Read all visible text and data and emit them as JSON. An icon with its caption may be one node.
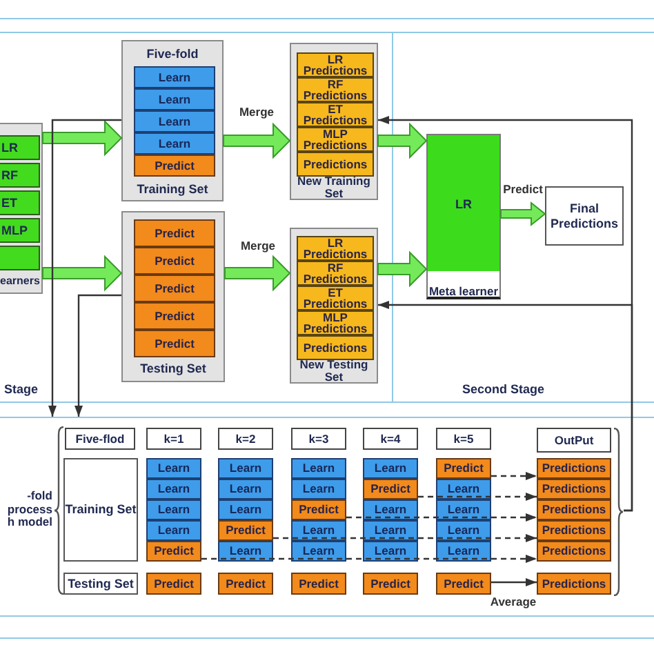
{
  "diagram": {
    "nodes": [
      {
        "text": [
          "Stage"
        ]
      },
      {
        "text": [
          "earners"
        ],
        "in": 0
      },
      {
        "text": [
          "LR"
        ],
        "in": 1
      },
      {
        "text": [
          "RF"
        ],
        "in": 1
      },
      {
        "text": [
          "ET"
        ],
        "in": 1
      },
      {
        "text": [
          "MLP"
        ],
        "in": 1
      },
      {
        "text": [],
        "shape": "box",
        "in": 1
      },
      {
        "text": [
          "Five-fold",
          "Training Set"
        ],
        "in": 0
      },
      {
        "text": [
          "Learn"
        ],
        "in": 7
      },
      {
        "text": [
          "Learn"
        ],
        "in": 7
      },
      {
        "text": [
          "Learn"
        ],
        "in": 7
      },
      {
        "text": [
          "Learn"
        ],
        "in": 7
      },
      {
        "text": [
          "Predict"
        ],
        "in": 7
      },
      {
        "text": [
          "Testing Set"
        ],
        "in": 0
      },
      {
        "text": [
          "Predict"
        ],
        "in": 13
      },
      {
        "text": [
          "Predict"
        ],
        "in": 13
      },
      {
        "text": [
          "Predict"
        ],
        "in": 13
      },
      {
        "text": [
          "Predict"
        ],
        "in": 13
      },
      {
        "text": [
          "Predict"
        ],
        "in": 13
      },
      {
        "text": [
          "New Training Set"
        ],
        "in": 0
      },
      {
        "text": [
          "LR Predictions"
        ],
        "in": 19
      },
      {
        "text": [
          "RF Predictions"
        ],
        "in": 19
      },
      {
        "text": [
          "ET Predictions"
        ],
        "in": 19
      },
      {
        "text": [
          "MLP Predictions"
        ],
        "in": 19
      },
      {
        "text": [
          "Predictions"
        ],
        "in": 19
      },
      {
        "text": [
          "New Testing Set"
        ],
        "in": 0
      },
      {
        "text": [
          "LR Predictions"
        ],
        "in": 25
      },
      {
        "text": [
          "RF Predictions"
        ],
        "in": 25
      },
      {
        "text": [
          "ET Predictions"
        ],
        "in": 25
      },
      {
        "text": [
          "MLP Predictions"
        ],
        "in": 25
      },
      {
        "text": [
          "Predictions"
        ],
        "in": 25
      },
      {
        "text": [
          "Second Stage"
        ]
      },
      {
        "text": [
          "LR",
          "Meta learner"
        ],
        "in": 31
      },
      {
        "text": [
          "Final Predictions"
        ],
        "in": 31
      },
      {
        "text": [
          "-fold process h model"
        ]
      },
      {
        "text": [
          "Five-flod"
        ],
        "in": 34
      },
      {
        "text": [
          "k=1"
        ],
        "in": 34
      },
      {
        "text": [
          "k=2"
        ],
        "in": 34
      },
      {
        "text": [
          "k=3"
        ],
        "in": 34
      },
      {
        "text": [
          "k=4"
        ],
        "in": 34
      },
      {
        "text": [
          "k=5"
        ],
        "in": 34
      },
      {
        "text": [
          "OutPut"
        ],
        "in": 34
      },
      {
        "text": [
          "Training Set"
        ],
        "in": 34
      },
      {
        "text": [
          "Testing Set"
        ],
        "in": 34
      },
      {
        "text": [
          "Learn"
        ],
        "in": 34
      },
      {
        "text": [
          "Learn"
        ],
        "in": 34
      },
      {
        "text": [
          "Learn"
        ],
        "in": 34
      },
      {
        "text": [
          "Learn"
        ],
        "in": 34
      },
      {
        "text": [
          "Predict"
        ],
        "in": 34
      },
      {
        "text": [
          "Predict"
        ],
        "in": 34
      },
      {
        "text": [
          "Learn"
        ],
        "in": 34
      },
      {
        "text": [
          "Learn"
        ],
        "in": 34
      },
      {
        "text": [
          "Learn"
        ],
        "in": 34
      },
      {
        "text": [
          "Predict"
        ],
        "in": 34
      },
      {
        "text": [
          "Learn"
        ],
        "in": 34
      },
      {
        "text": [
          "Predict"
        ],
        "in": 34
      },
      {
        "text": [
          "Learn"
        ],
        "in": 34
      },
      {
        "text": [
          "Learn"
        ],
        "in": 34
      },
      {
        "text": [
          "Predict"
        ],
        "in": 34
      },
      {
        "text": [
          "Learn"
        ],
        "in": 34
      },
      {
        "text": [
          "Learn"
        ],
        "in": 34
      },
      {
        "text": [
          "Predict"
        ],
        "in": 34
      },
      {
        "text": [
          "Learn"
        ],
        "in": 34
      },
      {
        "text": [
          "Predict"
        ],
        "in": 34
      },
      {
        "text": [
          "Learn"
        ],
        "in": 34
      },
      {
        "text": [
          "Learn"
        ],
        "in": 34
      },
      {
        "text": [
          "Learn"
        ],
        "in": 34
      },
      {
        "text": [
          "Predict"
        ],
        "in": 34
      },
      {
        "text": [
          "Predict"
        ],
        "in": 34
      },
      {
        "text": [
          "Learn"
        ],
        "in": 34
      },
      {
        "text": [
          "Learn"
        ],
        "in": 34
      },
      {
        "text": [
          "Learn"
        ],
        "in": 34
      },
      {
        "text": [
          "Learn"
        ],
        "in": 34
      },
      {
        "text": [
          "Predict"
        ],
        "in": 34
      },
      {
        "text": [
          "Predictions"
        ],
        "in": 34
      },
      {
        "text": [
          "Predictions"
        ],
        "in": 34
      },
      {
        "text": [
          "Predictions"
        ],
        "in": 34
      },
      {
        "text": [
          "Predictions"
        ],
        "in": 34
      },
      {
        "text": [
          "Predictions"
        ],
        "in": 34
      },
      {
        "text": [
          "Predictions"
        ],
        "in": 34
      },
      {
        "text": [],
        "shape": "brace",
        "in": 34
      }
    ],
    "edges": [
      {
        "from": 1,
        "to": 7,
        "arrow": "to",
        "style": "thick",
        "color": "#74ea5b"
      },
      {
        "from": 1,
        "to": 13,
        "arrow": "to",
        "style": "thick",
        "color": "#74ea5b"
      },
      {
        "from": 7,
        "to": 19,
        "arrow": "to",
        "label": "Merge",
        "style": "thick",
        "color": "#74ea5b"
      },
      {
        "from": 13,
        "to": 25,
        "arrow": "to",
        "label": "Merge",
        "style": "thick",
        "color": "#74ea5b"
      },
      {
        "from": 19,
        "to": 32,
        "arrow": "to",
        "style": "thick",
        "color": "#74ea5b"
      },
      {
        "from": 25,
        "to": 32,
        "arrow": "to",
        "style": "thick",
        "color": "#74ea5b"
      },
      {
        "from": 32,
        "to": 33,
        "arrow": "to",
        "label": "Predict",
        "style": "thick",
        "color": "#74ea5b"
      },
      {
        "from": 7,
        "to": 34,
        "arrow": "to"
      },
      {
        "from": 13,
        "to": 34,
        "arrow": "to"
      },
      {
        "from": 80,
        "to": 19,
        "arrow": "to"
      },
      {
        "from": 80,
        "to": 25,
        "arrow": "to"
      },
      {
        "from": 48,
        "to": 78,
        "arrow": "to",
        "style": "dashed"
      },
      {
        "from": 53,
        "to": 77,
        "arrow": "to",
        "style": "dashed"
      },
      {
        "from": 58,
        "to": 76,
        "arrow": "to",
        "style": "dashed"
      },
      {
        "from": 63,
        "to": 75,
        "arrow": "to",
        "style": "dashed"
      },
      {
        "from": 68,
        "to": 74,
        "arrow": "to",
        "style": "dashed"
      },
      {
        "from": 73,
        "to": 79,
        "arrow": "to",
        "label": "Average"
      }
    ]
  }
}
